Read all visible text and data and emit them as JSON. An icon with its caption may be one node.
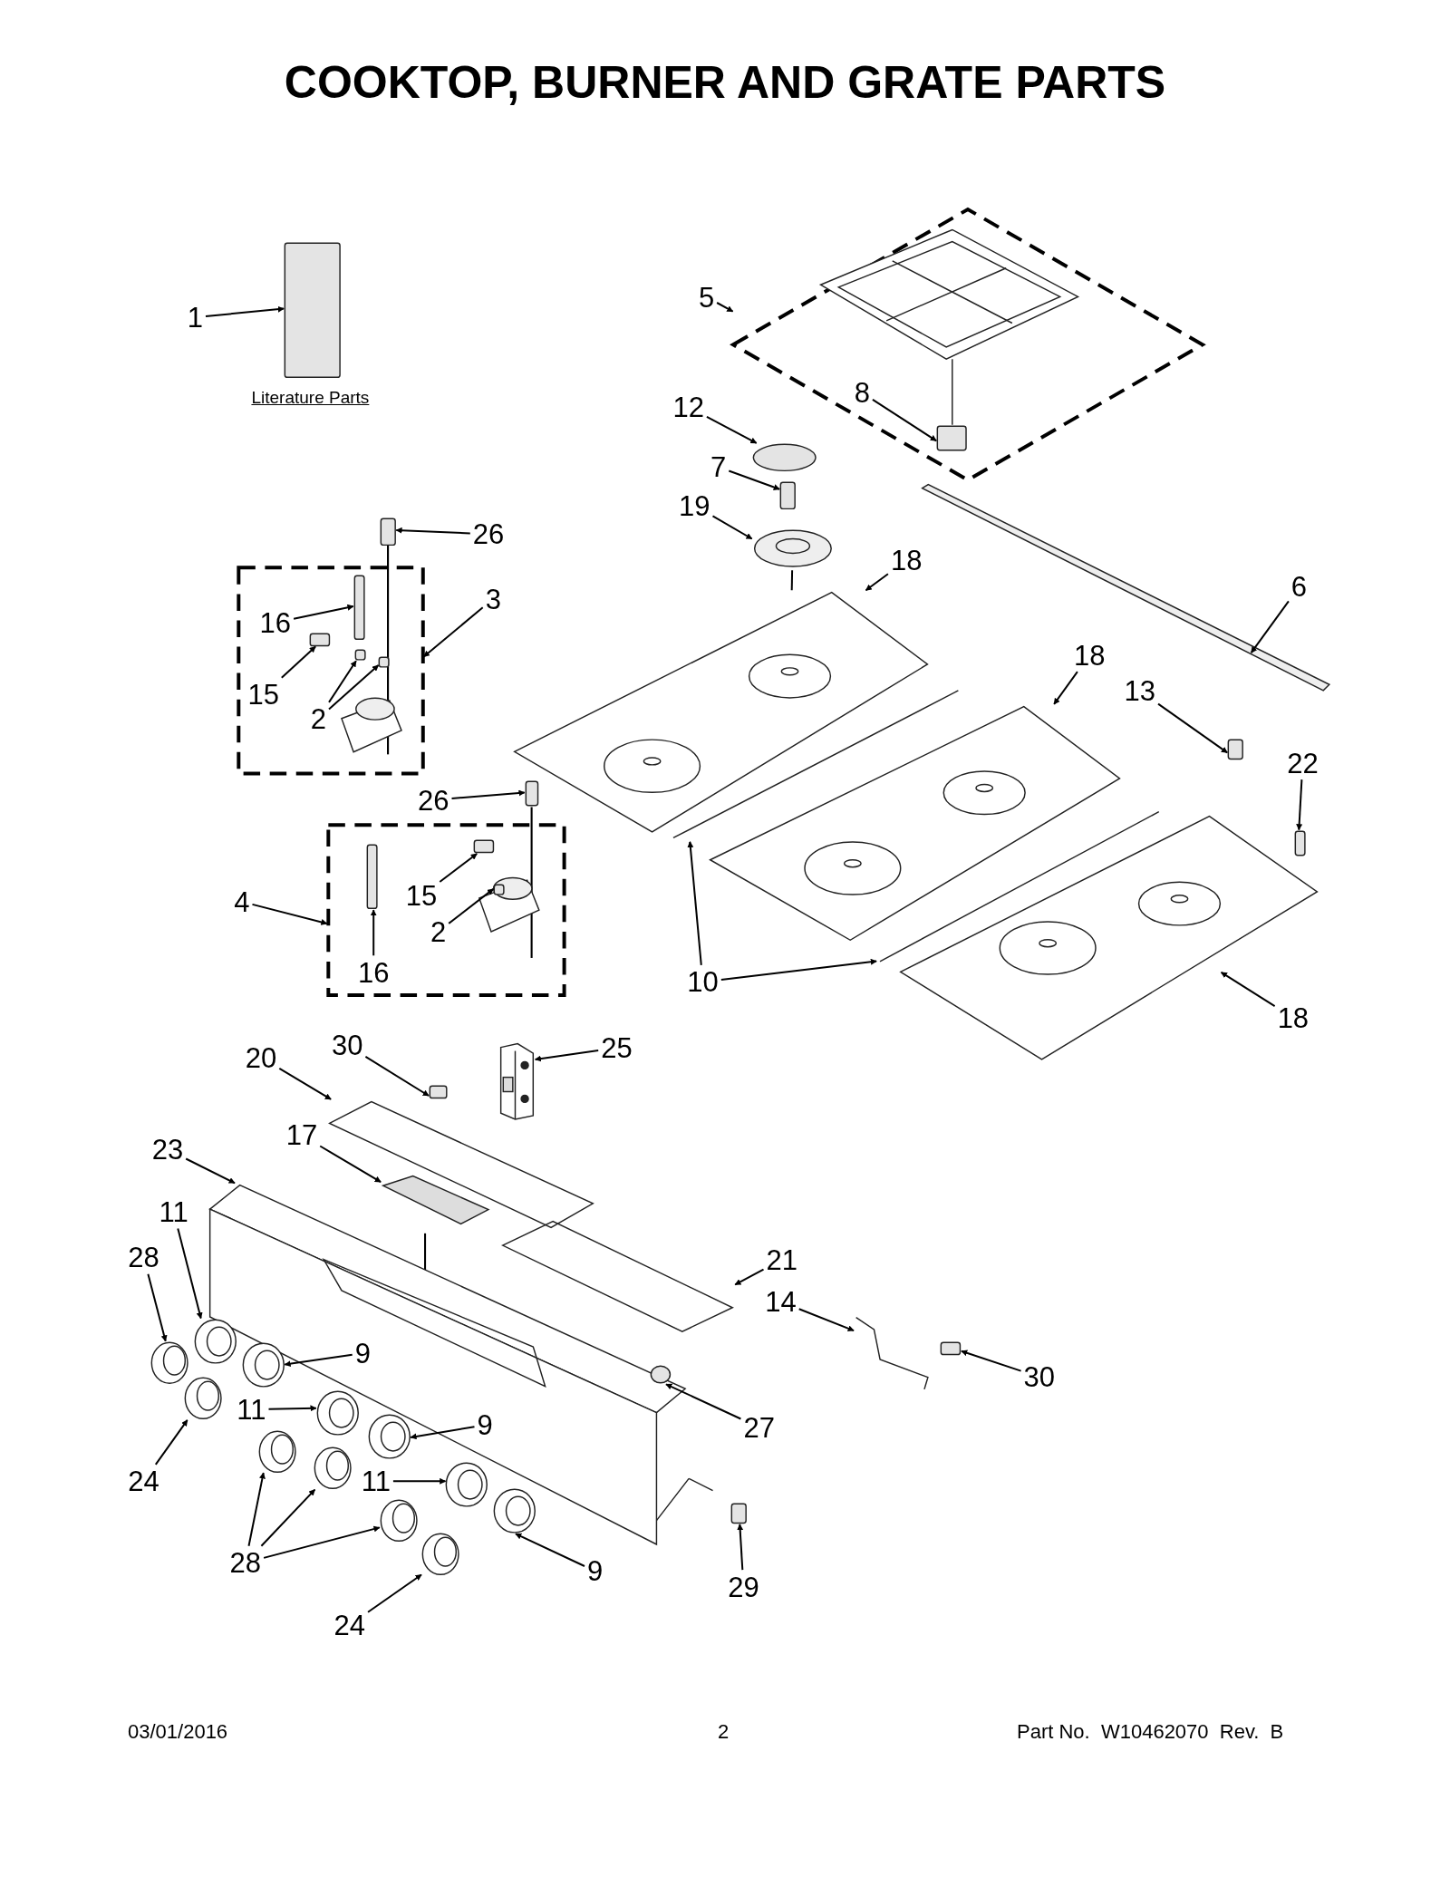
{
  "diagram": {
    "title": "COOKTOP, BURNER AND GRATE PARTS",
    "nodes": [
      {
        "text": [],
        "shape": "box",
        "beside": [
          "Literature Parts"
        ]
      },
      {
        "text": [],
        "shape": "diamond"
      },
      {
        "text": [],
        "shape": "circle"
      },
      {
        "text": [],
        "shape": "box",
        "in": 1
      },
      {
        "text": [],
        "shape": "box"
      },
      {
        "text": [],
        "shape": "picture"
      },
      {
        "text": [],
        "shape": "box"
      },
      {
        "text": [],
        "shape": "picture"
      },
      {
        "text": [],
        "shape": "box"
      },
      {
        "text": [],
        "shape": "box",
        "in": 8
      },
      {
        "text": [],
        "shape": "box",
        "in": 8
      },
      {
        "text": [],
        "shape": "box",
        "in": 8
      },
      {
        "text": [],
        "shape": "box",
        "in": 8
      },
      {
        "text": [],
        "shape": "picture"
      },
      {
        "text": [],
        "shape": "picture"
      },
      {
        "text": [],
        "shape": "box"
      },
      {
        "text": [],
        "shape": "box"
      },
      {
        "text": [],
        "shape": "box"
      },
      {
        "text": [],
        "shape": "box"
      },
      {
        "text": [],
        "shape": "box",
        "in": 18
      },
      {
        "text": [],
        "shape": "box",
        "in": 18
      },
      {
        "text": [],
        "shape": "box",
        "in": 18
      },
      {
        "text": [],
        "shape": "picture"
      },
      {
        "text": [],
        "shape": "picture"
      },
      {
        "text": [],
        "shape": "picture"
      },
      {
        "text": [],
        "shape": "picture"
      },
      {
        "text": [],
        "shape": "box"
      },
      {
        "text": [],
        "shape": "picture"
      },
      {
        "text": [],
        "shape": "picture"
      },
      {
        "text": [],
        "shape": "picture"
      },
      {
        "text": [],
        "shape": "picture"
      },
      {
        "text": [],
        "shape": "picture"
      },
      {
        "text": [],
        "shape": "picture"
      },
      {
        "text": [],
        "shape": "picture"
      },
      {
        "text": [],
        "shape": "picture",
        "in": 29
      },
      {
        "text": [],
        "shape": "box"
      },
      {
        "text": [],
        "shape": "picture",
        "in": 29
      },
      {
        "text": [],
        "shape": "picture",
        "in": 29
      },
      {
        "text": [],
        "shape": "picture"
      },
      {
        "text": [],
        "shape": "circle",
        "in": 29
      },
      {
        "text": [],
        "shape": "picture",
        "in": 29
      },
      {
        "text": [],
        "shape": "picture",
        "in": 29
      },
      {
        "text": [],
        "shape": "picture",
        "in": 29
      },
      {
        "text": [],
        "shape": "picture",
        "in": 29
      },
      {
        "text": [],
        "shape": "picture",
        "in": 29
      },
      {
        "text": [],
        "shape": "box"
      },
      {
        "text": [],
        "shape": "picture"
      },
      {
        "text": [
          "1"
        ]
      },
      {
        "text": [
          "5"
        ]
      },
      {
        "text": [
          "12"
        ]
      },
      {
        "text": [
          "8"
        ],
        "in": 1
      },
      {
        "text": [
          "7"
        ]
      },
      {
        "text": [
          "19"
        ]
      },
      {
        "text": [
          "26"
        ]
      },
      {
        "text": [
          "18"
        ]
      },
      {
        "text": [
          "3"
        ]
      },
      {
        "text": [
          "16"
        ],
        "in": 8
      },
      {
        "text": [
          "15"
        ],
        "in": 8
      },
      {
        "text": [
          "2"
        ],
        "in": 8
      },
      {
        "text": [
          "6"
        ],
        "in": 13
      },
      {
        "text": [
          "18"
        ],
        "in": 13
      },
      {
        "text": [
          "13"
        ]
      },
      {
        "text": [
          "22"
        ]
      },
      {
        "text": [
          "26"
        ]
      },
      {
        "text": [
          "4"
        ]
      },
      {
        "text": [
          "15"
        ],
        "in": 18
      },
      {
        "text": [
          "2"
        ],
        "in": 18
      },
      {
        "text": [
          "16"
        ],
        "in": 18
      },
      {
        "text": [
          "10"
        ]
      },
      {
        "text": [
          "18"
        ],
        "in": 24
      },
      {
        "text": [
          "20"
        ]
      },
      {
        "text": [
          "30"
        ]
      },
      {
        "text": [
          "25"
        ]
      },
      {
        "text": [
          "17"
        ]
      },
      {
        "text": [
          "23"
        ]
      },
      {
        "text": [
          "11"
        ]
      },
      {
        "text": [
          "28"
        ]
      },
      {
        "text": [
          "21"
        ]
      },
      {
        "text": [
          "14"
        ]
      },
      {
        "text": [
          "9"
        ],
        "in": 29
      },
      {
        "text": [
          "30"
        ]
      },
      {
        "text": [
          "11"
        ],
        "in": 29
      },
      {
        "text": [
          "9"
        ],
        "in": 29
      },
      {
        "text": [
          "24"
        ]
      },
      {
        "text": [
          "27"
        ]
      },
      {
        "text": [
          "11"
        ],
        "in": 29
      },
      {
        "text": [
          "28"
        ]
      },
      {
        "text": [
          "9"
        ]
      },
      {
        "text": [
          "29"
        ]
      },
      {
        "text": [
          "24"
        ]
      }
    ],
    "edges": [
      {
        "from": 47,
        "to": 0,
        "arrow": "to"
      },
      {
        "from": 48,
        "to": 1,
        "arrow": "to"
      },
      {
        "from": 49,
        "to": 2,
        "arrow": "to"
      },
      {
        "from": 50,
        "to": 3,
        "arrow": "to"
      },
      {
        "from": 51,
        "to": 4,
        "arrow": "to"
      },
      {
        "from": 52,
        "to": 5,
        "arrow": "to"
      },
      {
        "from": 53,
        "to": 6,
        "arrow": "to"
      },
      {
        "from": 54,
        "to": 7,
        "arrow": "to"
      },
      {
        "from": 55,
        "to": 8,
        "arrow": "to"
      },
      {
        "from": 56,
        "to": 9,
        "arrow": "to"
      },
      {
        "from": 57,
        "to": 10,
        "arrow": "to"
      },
      {
        "from": 58,
        "to": 11,
        "arrow": "to"
      },
      {
        "from": 58,
        "to": 12,
        "arrow": "to"
      },
      {
        "from": 59,
        "to": 13,
        "arrow": "to"
      },
      {
        "from": 60,
        "to": 14,
        "arrow": "to"
      },
      {
        "from": 61,
        "to": 15,
        "arrow": "to"
      },
      {
        "from": 62,
        "to": 16,
        "arrow": "to"
      },
      {
        "from": 63,
        "to": 17,
        "arrow": "to"
      },
      {
        "from": 64,
        "to": 18,
        "arrow": "to"
      },
      {
        "from": 65,
        "to": 19,
        "arrow": "to"
      },
      {
        "from": 66,
        "to": 20,
        "arrow": "to"
      },
      {
        "from": 67,
        "to": 21,
        "arrow": "to"
      },
      {
        "from": 68,
        "to": 22,
        "arrow": "to"
      },
      {
        "from": 68,
        "to": 23,
        "arrow": "to"
      },
      {
        "from": 69,
        "to": 24,
        "arrow": "to"
      },
      {
        "from": 70,
        "to": 25,
        "arrow": "to"
      },
      {
        "from": 71,
        "to": 26,
        "arrow": "to"
      },
      {
        "from": 72,
        "to": 27,
        "arrow": "to"
      },
      {
        "from": 73,
        "to": 28,
        "arrow": "to"
      },
      {
        "from": 74,
        "to": 29,
        "arrow": "to"
      },
      {
        "from": 75,
        "to": 30,
        "arrow": "to"
      },
      {
        "from": 76,
        "to": 31,
        "arrow": "to"
      },
      {
        "from": 77,
        "to": 32,
        "arrow": "to"
      },
      {
        "from": 78,
        "to": 33,
        "arrow": "to"
      },
      {
        "from": 79,
        "to": 34,
        "arrow": "to"
      },
      {
        "from": 80,
        "to": 35,
        "arrow": "to"
      },
      {
        "from": 81,
        "to": 36,
        "arrow": "to"
      },
      {
        "from": 82,
        "to": 37,
        "arrow": "to"
      },
      {
        "from": 83,
        "to": 38,
        "arrow": "to"
      },
      {
        "from": 84,
        "to": 39,
        "arrow": "to"
      },
      {
        "from": 85,
        "to": 40,
        "arrow": "to"
      },
      {
        "from": 86,
        "to": 41,
        "arrow": "to"
      },
      {
        "from": 86,
        "to": 42,
        "arrow": "to"
      },
      {
        "from": 86,
        "to": 43,
        "arrow": "to"
      },
      {
        "from": 87,
        "to": 44,
        "arrow": "to"
      },
      {
        "from": 88,
        "to": 45,
        "arrow": "to"
      },
      {
        "from": 89,
        "to": 46,
        "arrow": "to"
      },
      {
        "from": 5,
        "to": 7,
        "arrow": "none"
      }
    ],
    "labels": [
      "03/01/2016",
      "2",
      "Part No.  W10462070  Rev.  B"
    ]
  }
}
